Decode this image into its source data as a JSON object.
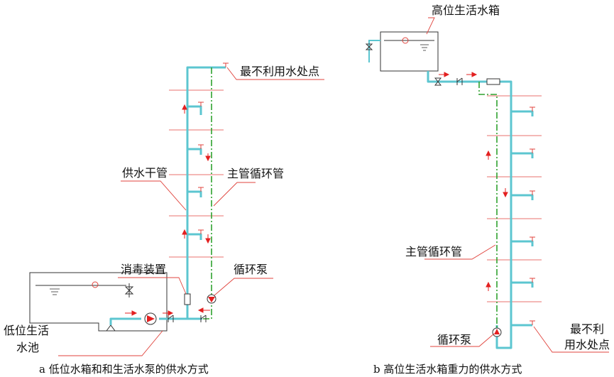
{
  "colors": {
    "supply_pipe": "#5cc6d0",
    "circulation_pipe": "#2fa12f",
    "leader_line": "#e0433c",
    "outline": "#333333",
    "pump_fill": "#e32020"
  },
  "diagram_a": {
    "label_worst_outlet": "最不利用水处点",
    "label_supply_main": "供水干管",
    "label_circulation_main": "主管循环管",
    "label_disinfection": "消毒装置",
    "label_circ_pump": "循环泵",
    "label_pool_line1": "低位生活",
    "label_pool_line2": "水池",
    "caption": "a 低位水箱和和生活水泵的供水方式"
  },
  "diagram_b": {
    "label_tank": "高位生活水箱",
    "label_circulation_main": "主管循环管",
    "label_circ_pump": "循环泵",
    "label_worst_outlet_line1": "最不利",
    "label_worst_outlet_line2": "用水处点",
    "caption": "b 高位生活水箱重力的供水方式"
  }
}
